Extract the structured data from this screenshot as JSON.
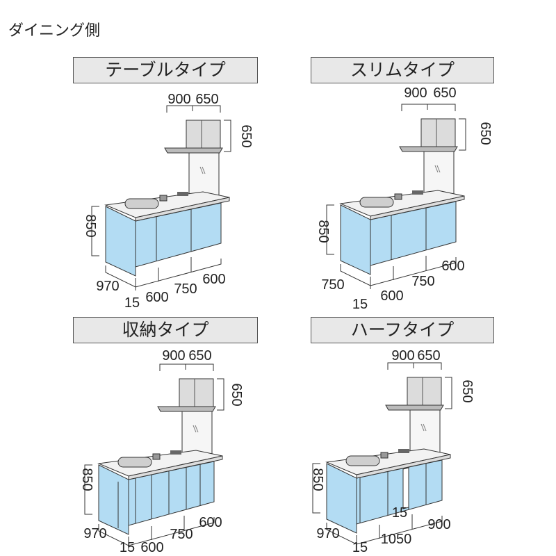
{
  "heading": "ダイニング側",
  "panels": [
    {
      "title": "テーブルタイプ",
      "dims": {
        "hood_w1": "900",
        "hood_w2": "650",
        "hood_h": "650",
        "height": "850",
        "depth": "970",
        "gap": "15",
        "w1": "600",
        "w2": "750",
        "w3": "600"
      }
    },
    {
      "title": "スリムタイプ",
      "dims": {
        "hood_w1": "900",
        "hood_w2": "650",
        "hood_h": "650",
        "height": "850",
        "depth": "750",
        "gap": "15",
        "w1": "600",
        "w2": "750",
        "w3": "600"
      }
    },
    {
      "title": "収納タイプ",
      "dims": {
        "hood_w1": "900",
        "hood_w2": "650",
        "hood_h": "650",
        "height": "850",
        "depth": "970",
        "gap": "15",
        "w1": "600",
        "w2": "750",
        "w3": "600"
      }
    },
    {
      "title": "ハーフタイプ",
      "dims": {
        "hood_w1": "900",
        "hood_w2": "650",
        "hood_h": "650",
        "height": "850",
        "depth": "970",
        "gap": "15",
        "w1": "1050",
        "w2": "15",
        "w3": "900"
      }
    }
  ],
  "colors": {
    "cabinet": "#b3dcf3",
    "title_bg": "#e8e8e8"
  }
}
